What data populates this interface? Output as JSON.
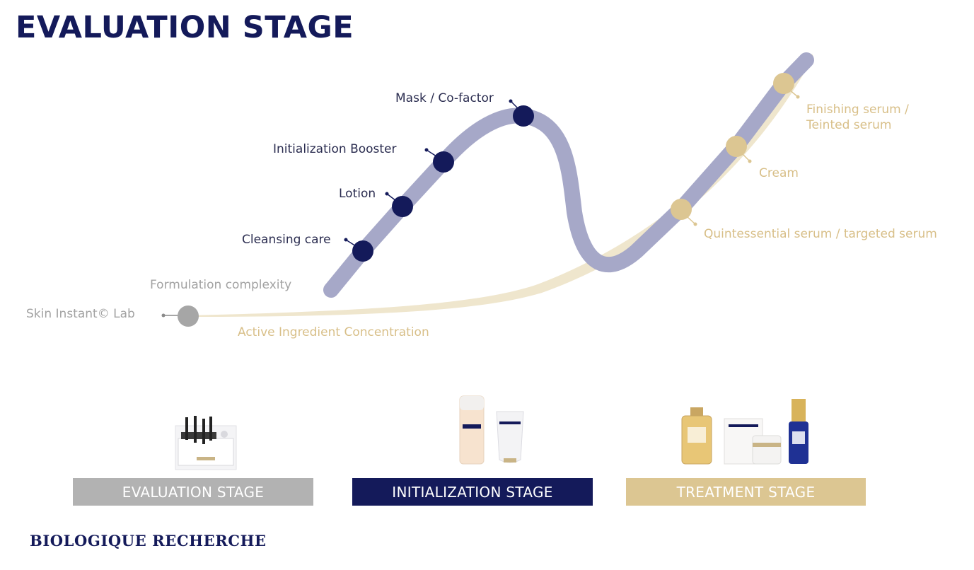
{
  "title": "EVALUATION STAGE",
  "axes": {
    "y_label": "Formulation complexity",
    "x_label": "Active Ingredient Concentration"
  },
  "start_node": {
    "label": "Skin Instant© Lab",
    "color": "#a6a6a6"
  },
  "initialization_steps": [
    {
      "label": "Cleansing care"
    },
    {
      "label": "Lotion"
    },
    {
      "label": "Initialization Booster"
    },
    {
      "label": "Mask / Co-factor"
    }
  ],
  "treatment_steps": [
    {
      "label": "Quintessential serum / targeted serum"
    },
    {
      "label": "Cream"
    },
    {
      "label_line1": "Finishing serum /",
      "label_line2": "Teinted serum"
    }
  ],
  "stages": [
    {
      "label": "EVALUATION STAGE",
      "color": "#b2b2b2"
    },
    {
      "label": "INITIALIZATION STAGE",
      "color": "#141a5a"
    },
    {
      "label": "TREATMENT STAGE",
      "color": "#dcc692"
    }
  ],
  "colors": {
    "navy": "#141a5a",
    "gold": "#dcc692",
    "lavender": "#a6a8c8",
    "cream": "#efe6cd",
    "grey": "#a6a6a6"
  },
  "brand": "BIOLOGIQUE RECHERCHE"
}
